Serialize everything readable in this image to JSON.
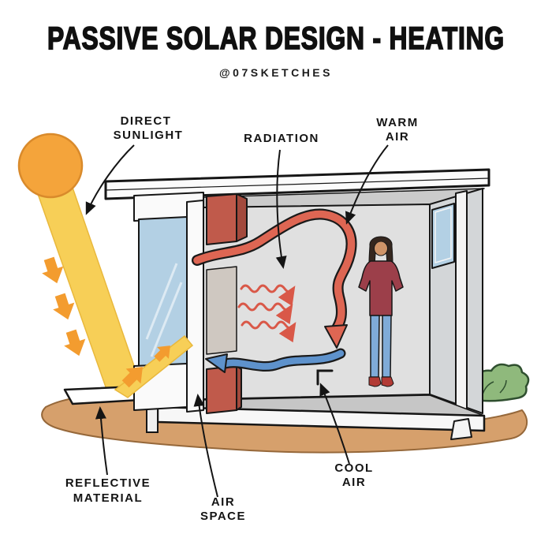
{
  "title": "PASSIVE SOLAR DESIGN - HEATING",
  "credit": "@07SKETCHES",
  "labels": {
    "direct_sunlight": {
      "line1": "DIRECT",
      "line2": "SUNLIGHT"
    },
    "radiation": {
      "text": "RADIATION"
    },
    "warm_air": {
      "line1": "WARM",
      "line2": "AIR"
    },
    "reflective_material": {
      "line1": "REFLECTIVE",
      "line2": "MATERIAL"
    },
    "air_space": {
      "line1": "AIR",
      "line2": "SPACE"
    },
    "cool_air": {
      "line1": "COOL",
      "line2": "AIR"
    }
  },
  "colors": {
    "sun": "#F4A43B",
    "sunbeam": "#F7CF57",
    "arrow_orange": "#F39C2F",
    "warm_flow": "#DE6653",
    "cool_flow": "#5E92CC",
    "thermal_wall": "#C05A4B",
    "thermal_wall_side": "#A34A3D",
    "ground": "#D6A06C",
    "bush": "#8FB97C",
    "glass": "#B3D0E4",
    "wall_gray": "#E0E0E0",
    "outline": "#161616"
  }
}
